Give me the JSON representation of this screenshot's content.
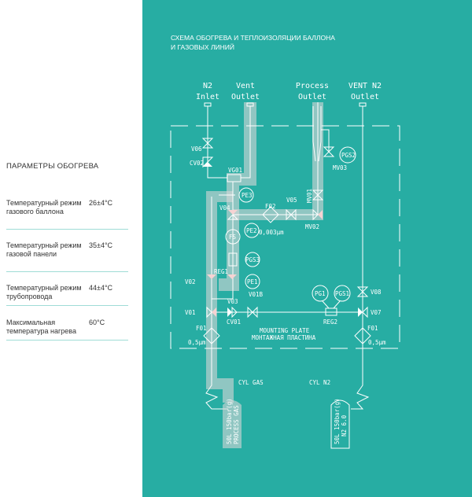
{
  "panel": {
    "title": "ПАРАМЕТРЫ ОБОГРЕВА",
    "rows": [
      {
        "name": "Температурный режим газового баллона",
        "value": "26±4°C"
      },
      {
        "name": "Температурный режим газовой панели",
        "value": "35±4°C"
      },
      {
        "name": "Температурный режим трубопровода",
        "value": "44±4°C"
      },
      {
        "name": "Максимальная температура нагрева",
        "value": "60°C"
      }
    ]
  },
  "diagram": {
    "title_line1": "СХЕМА ОБОГРЕВА И ТЕПЛОИЗОЛЯЦИИ БАЛЛОНА",
    "title_line2": "И ГАЗОВЫХ ЛИНИЙ",
    "ports": {
      "n2_inlet": [
        "N2",
        "Inlet"
      ],
      "vent_outlet": [
        "Vent",
        "Outlet"
      ],
      "process_outlet": [
        "Process",
        "Outlet"
      ],
      "vent_n2_outlet": [
        "VENT N2",
        "Outlet"
      ]
    },
    "labels": {
      "v06": "V06",
      "cv02": "CV02",
      "vg01": "VG01",
      "pe3": "PE3",
      "v04": "V04",
      "f02": "F02",
      "v05": "V05",
      "mv01": "MV01",
      "mv02": "MV02",
      "pgs2": "PGS2",
      "mv03": "MV03",
      "pe2": "PE2",
      "f02_size": "0,003µm",
      "fs": "FS",
      "pgs3": "PGS3",
      "reg1": "REG1",
      "v02": "V02",
      "pe1": "PE1",
      "v03": "V03",
      "v01b": "V01B",
      "v01": "V01",
      "cv01": "CV01",
      "pg1": "PG1",
      "pgs1": "PGS1",
      "reg2": "REG2",
      "v08": "V08",
      "v07": "V07",
      "f01_left": "F01",
      "f01_left_size": "0,5µm",
      "f01_right": "F01",
      "f01_right_size": "0,5µm",
      "plate_en": "MOUNTING PLATE",
      "plate_ru": "МОНТАЖНАЯ ПЛАСТИНА",
      "cyl_gas": "CYL GAS",
      "cyl_n2": "CYL N2",
      "cyl_gas_l1": "50L 150bar(g)",
      "cyl_gas_l2": "PROCESS GAS",
      "cyl_n2_l1": "50L 150bar(g)",
      "cyl_n2_l2": "N2 6.0"
    },
    "colors": {
      "background": "#27ada3",
      "heated_band": "#d7d7d7",
      "valve_highlight": "#f6d3d3"
    }
  }
}
